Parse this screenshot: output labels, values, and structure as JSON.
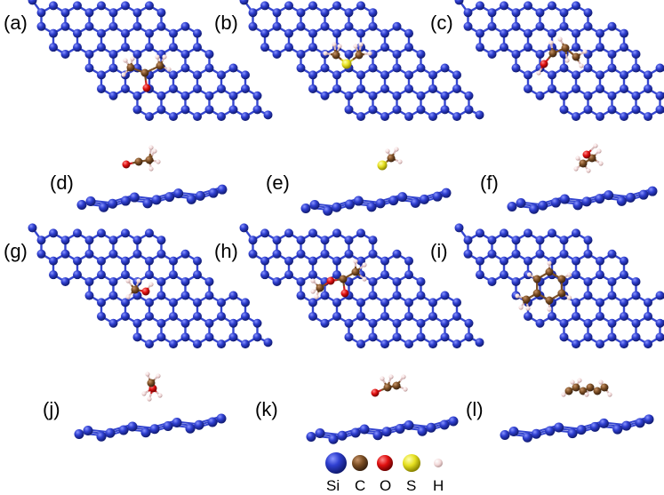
{
  "panels": [
    {
      "label": "(a)",
      "kind": "top",
      "molecule": "acetone"
    },
    {
      "label": "(b)",
      "kind": "top",
      "molecule": "dimethyl-sulfide"
    },
    {
      "label": "(c)",
      "kind": "top",
      "molecule": "propanol"
    },
    {
      "label": "(d)",
      "kind": "side",
      "molecule": "acetone"
    },
    {
      "label": "(e)",
      "kind": "side",
      "molecule": "dimethyl-sulfide"
    },
    {
      "label": "(f)",
      "kind": "side",
      "molecule": "propanol"
    },
    {
      "label": "(g)",
      "kind": "top",
      "molecule": "methanol"
    },
    {
      "label": "(h)",
      "kind": "top",
      "molecule": "methyl-acetate"
    },
    {
      "label": "(i)",
      "kind": "top",
      "molecule": "toluene"
    },
    {
      "label": "(j)",
      "kind": "side",
      "molecule": "methanol"
    },
    {
      "label": "(k)",
      "kind": "side",
      "molecule": "methyl-acetate"
    },
    {
      "label": "(l)",
      "kind": "side",
      "molecule": "toluene"
    }
  ],
  "legend": [
    {
      "symbol": "Si",
      "color": "#2a3bd1"
    },
    {
      "symbol": "C",
      "color": "#7b4e24"
    },
    {
      "symbol": "O",
      "color": "#e01010"
    },
    {
      "symbol": "S",
      "color": "#e6e020"
    },
    {
      "symbol": "H",
      "color": "#f2d8d8"
    }
  ],
  "colors": {
    "silicene": "#2f3fd0",
    "bond": "#3546cf",
    "carbon": "#7b4e24",
    "oxygen": "#e01010",
    "sulfur": "#e6e020",
    "hydrogen": "#f2d8d8"
  }
}
